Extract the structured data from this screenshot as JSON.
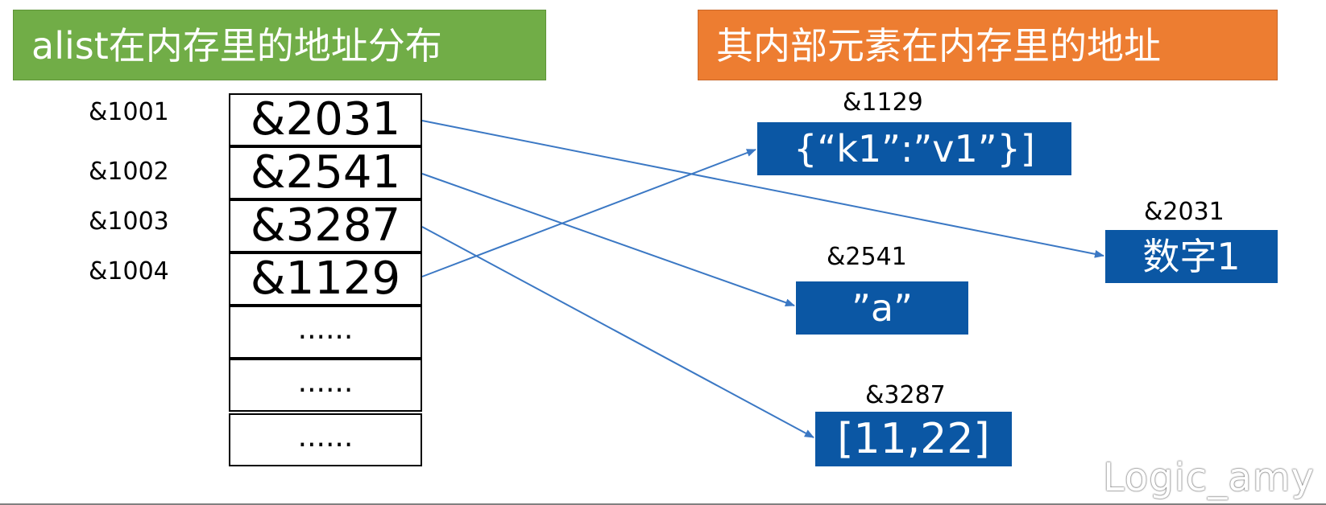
{
  "headers": {
    "left": "alist在内存里的地址分布",
    "right": "其内部元素在内存里的地址"
  },
  "memory": {
    "addresses": [
      "&1001",
      "&1002",
      "&1003",
      "&1004"
    ],
    "cells": [
      "&2031",
      "&2541",
      "&3287",
      "&1129",
      "......",
      "......",
      "......"
    ]
  },
  "elements": {
    "e1129": {
      "label": "&1129",
      "value": "{“k1”:”v1”}]"
    },
    "e2031": {
      "label": "&2031",
      "value": "数字1"
    },
    "e2541": {
      "label": "&2541",
      "value": "”a”"
    },
    "e3287": {
      "label": "&3287",
      "value": "[11,22]"
    }
  },
  "watermark": "Logic_amy",
  "colors": {
    "left_header": "#71ad47",
    "right_header": "#ed7d31",
    "element_box": "#0b57a4",
    "arrow": "#3b78c4"
  }
}
